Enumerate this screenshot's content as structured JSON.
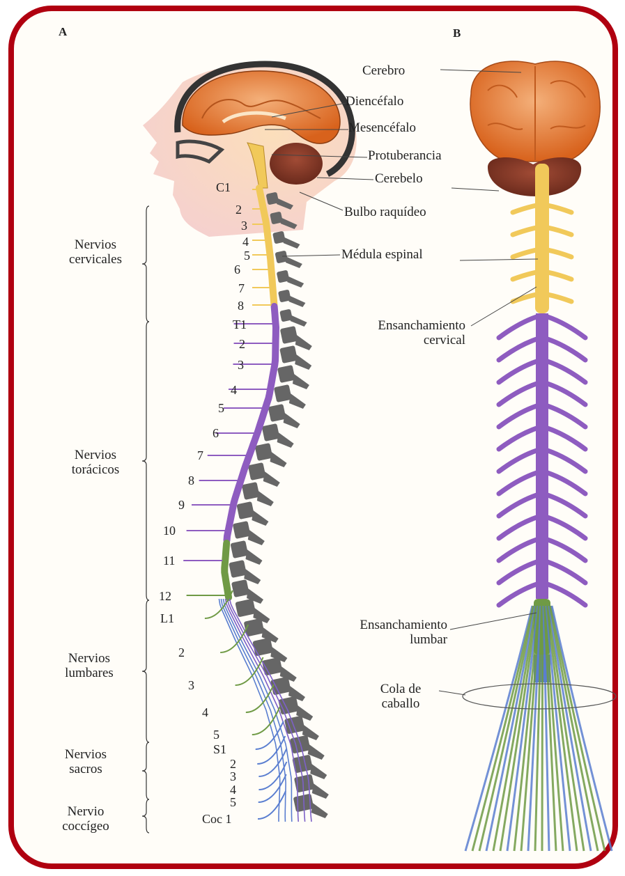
{
  "panels": {
    "a": "A",
    "b": "B"
  },
  "structures": {
    "cerebro": "Cerebro",
    "diencefalo": "Diencéfalo",
    "mesencefalo": "Mesencéfalo",
    "protuberancia": "Protuberancia",
    "cerebelo": "Cerebelo",
    "bulbo": "Bulbo raquídeo",
    "medula": "Médula espinal",
    "ens_cervical": [
      "Ensanchamiento",
      "cervical"
    ],
    "ens_lumbar": [
      "Ensanchamiento",
      "lumbar"
    ],
    "cola": [
      "Cola de",
      "caballo"
    ]
  },
  "groups": {
    "cervicales": [
      "Nervios",
      "cervicales"
    ],
    "toracicos": [
      "Nervios",
      "torácicos"
    ],
    "lumbares": [
      "Nervios",
      "lumbares"
    ],
    "sacros": [
      "Nervios",
      "sacros"
    ],
    "coccigeo": [
      "Nervio",
      "coccígeo"
    ]
  },
  "nerve_labels": {
    "cervical": [
      "C1",
      "2",
      "3",
      "4",
      "5",
      "6",
      "7",
      "8"
    ],
    "thoracic": [
      "T1",
      "2",
      "3",
      "4",
      "5",
      "6",
      "7",
      "8",
      "9",
      "10",
      "11",
      "12"
    ],
    "lumbar": [
      "L1",
      "2",
      "3",
      "4",
      "5"
    ],
    "sacral": [
      "S1",
      "2",
      "3",
      "4",
      "5"
    ],
    "coccygeal": [
      "Coc 1"
    ]
  },
  "colors": {
    "frame": "#b00010",
    "cerebrum": "#e07a2a",
    "cerebellum": "#8a3a28",
    "cervical_cord": "#f1c95a",
    "thoracic_cord": "#8e5cc0",
    "lumbar_cord": "#6f9a45",
    "sacral_cord": "#5a7ed0",
    "vertebra": "#666666"
  }
}
